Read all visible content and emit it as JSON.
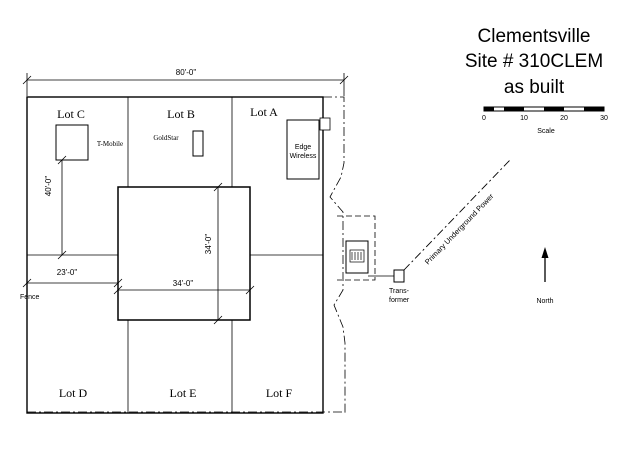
{
  "title": {
    "line1": "Clementsville",
    "line2": "Site # 310CLEM",
    "line3": "as built"
  },
  "scale": {
    "ticks": [
      "0",
      "10",
      "20",
      "30"
    ],
    "label": "Scale"
  },
  "north": {
    "label": "North"
  },
  "dimensions": {
    "overall_width": "80'-0\"",
    "lot_c_depth": "40'-0\"",
    "left_offset": "23'-0\"",
    "building_width": "34'-0\"",
    "building_depth": "34'-0\""
  },
  "lots": {
    "a": "Lot A",
    "b": "Lot B",
    "c": "Lot C",
    "d": "Lot D",
    "e": "Lot E",
    "f": "Lot F"
  },
  "tenants": {
    "tmobile": "T-Mobile",
    "goldstar": "GoldStar",
    "edge_line1": "Edge",
    "edge_line2": "Wireless"
  },
  "fence": {
    "label": "Fence"
  },
  "transformer": {
    "line1": "Trans-",
    "line2": "former"
  },
  "power": {
    "label": "Primary Underground Power"
  }
}
